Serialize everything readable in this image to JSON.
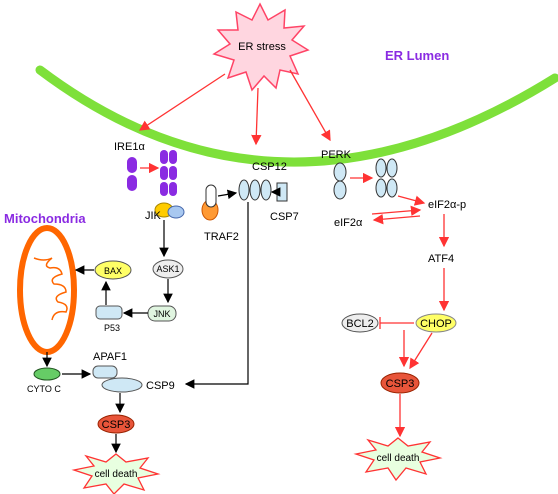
{
  "labels": {
    "er_stress": "ER stress",
    "er_lumen": "ER Lumen",
    "mitochondria": "Mitochondria",
    "ire1a": "IRE1α",
    "csp12": "CSP12",
    "perk": "PERK",
    "jik": "JIK",
    "traf2": "TRAF2",
    "csp7": "CSP7",
    "eif2a_p": "eIF2α-p",
    "eif2a": "eIF2α",
    "ask1": "ASK1",
    "bax": "BAX",
    "jnk": "JNK",
    "p53": "P53",
    "atf4": "ATF4",
    "bcl2": "BCL2",
    "chop": "CHOP",
    "apaf1": "APAF1",
    "cyto_c": "CYTO C",
    "csp9": "CSP9",
    "csp3_left": "CSP3",
    "csp3_right": "CSP3",
    "cell_death_left": "cell death",
    "cell_death_right": "cell death"
  },
  "colors": {
    "membrane": "#7ee03a",
    "red_arrow": "#ff3333",
    "black_arrow": "#000000",
    "star_fill": "#ffd6e0",
    "star_stroke": "#ff4466",
    "purple": "#8a2be2",
    "mito": "#ff6600",
    "csp3": "#e8553a",
    "chop": "#ffff66",
    "bax": "#ffff66",
    "light_blue": "#cfe8f5",
    "cell_death_fill": "#e8ffe0"
  }
}
